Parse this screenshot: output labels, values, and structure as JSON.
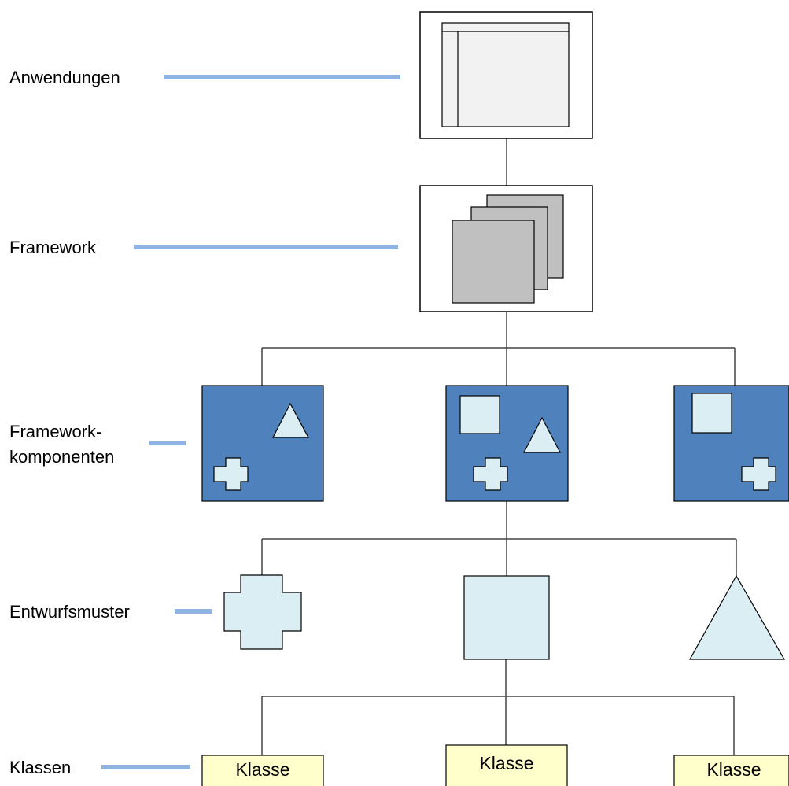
{
  "levels": {
    "anwendungen": "Anwendungen",
    "framework": "Framework",
    "frameworkkomponenten_line1": "Framework-",
    "frameworkkomponenten_line2": "komponenten",
    "entwurfsmuster": "Entwurfsmuster",
    "klassen": "Klassen"
  },
  "klassen": {
    "items": [
      "Klasse",
      "Klasse",
      "Klasse"
    ]
  },
  "colors": {
    "label_bar": "#8fb4e3",
    "component_fill": "#4f81bd",
    "shape_light_fill": "#dbeef4",
    "klasse_fill": "#ffffcc",
    "page_fill": "#c0c0c0",
    "window_fill": "#f2f2f2"
  }
}
